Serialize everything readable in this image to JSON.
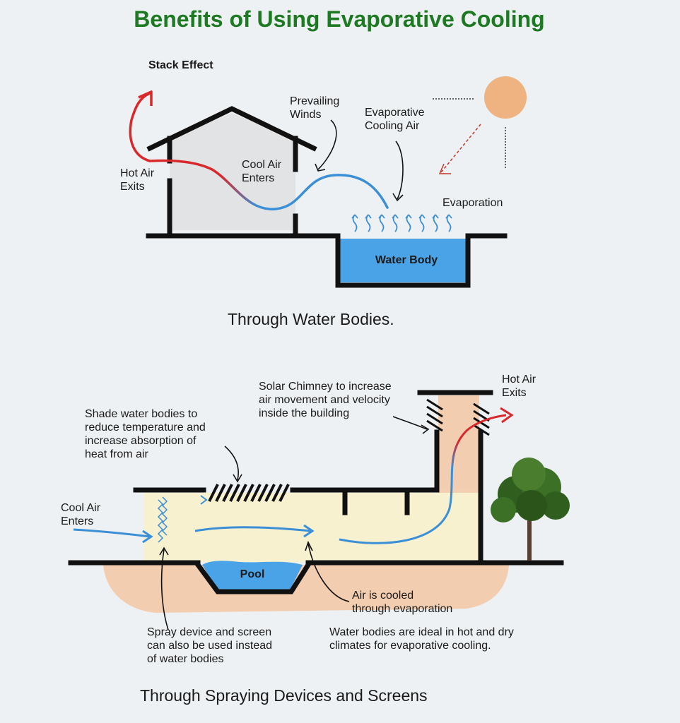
{
  "title": "Benefits of Using Evaporative Cooling",
  "top": {
    "stack_effect": "Stack Effect",
    "prevailing_winds": [
      "Prevailing",
      "Winds"
    ],
    "evaporative_cooling_air": [
      "Evaporative",
      "Cooling Air"
    ],
    "hot_air_exits": [
      "Hot Air",
      "Exits"
    ],
    "cool_air_enters": [
      "Cool Air",
      "Enters"
    ],
    "evaporation": "Evaporation",
    "water_body": "Water Body",
    "caption": "Through Water Bodies."
  },
  "bottom": {
    "solar_chimney": [
      "Solar Chimney to increase",
      "air movement and velocity",
      "inside the building"
    ],
    "hot_air_exits": [
      "Hot Air",
      "Exits"
    ],
    "shade_note": [
      "Shade water bodies to",
      "reduce temperature and",
      "increase absorption of",
      "heat from air"
    ],
    "cool_air_enters": [
      "Cool Air",
      "Enters"
    ],
    "pool": "Pool",
    "air_cooled": [
      "Air is cooled",
      "through evaporation"
    ],
    "spray_note": [
      "Spray device and screen",
      "can also be used instead",
      "of water bodies"
    ],
    "water_note": [
      "Water bodies are ideal in hot and dry",
      "climates for evaporative cooling."
    ],
    "caption": "Through Spraying Devices and Screens"
  },
  "colors": {
    "title_green": "#1e7a22",
    "hot_red": "#d8282b",
    "cool_blue": "#3b8fd6",
    "water_blue": "#4aa3e6",
    "sun": "#efb382",
    "ground": "#f3cdb0",
    "interior": "#f8f1d0"
  }
}
